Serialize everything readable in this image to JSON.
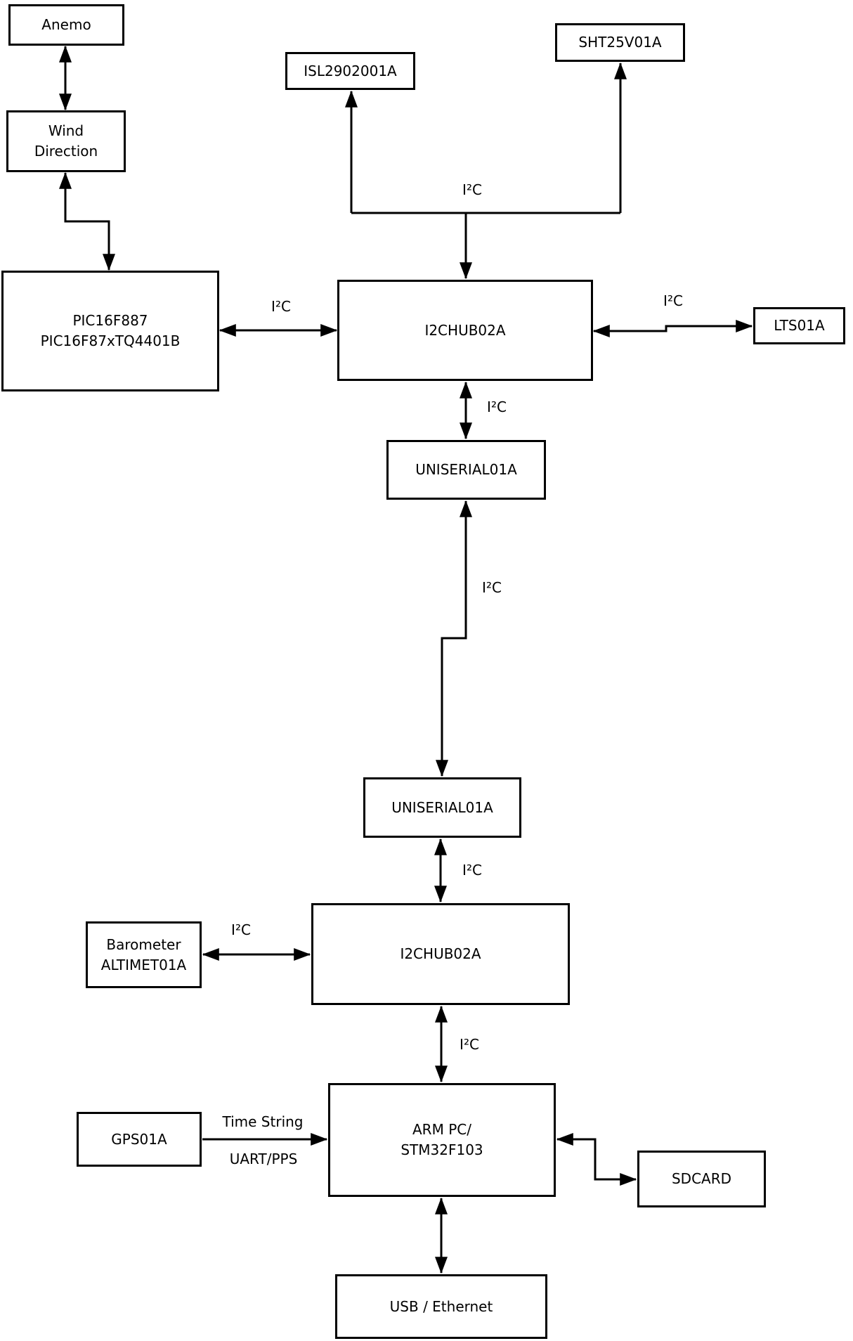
{
  "diagram": {
    "background_color": "#ffffff",
    "stroke_color": "#000000",
    "nodes": {
      "anemo": {
        "label": "Anemo"
      },
      "wind_direction": {
        "label": "Wind\nDirection"
      },
      "pic": {
        "label": "PIC16F887\nPIC16F87xTQ4401B"
      },
      "isl": {
        "label": "ISL2902001A"
      },
      "sht": {
        "label": "SHT25V01A"
      },
      "i2chub_top": {
        "label": "I2CHUB02A"
      },
      "lts": {
        "label": "LTS01A"
      },
      "uniserial_top": {
        "label": "UNISERIAL01A"
      },
      "uniserial_bottom": {
        "label": "UNISERIAL01A"
      },
      "barometer": {
        "label": "Barometer\nALTIMET01A"
      },
      "i2chub_bottom": {
        "label": "I2CHUB02A"
      },
      "gps": {
        "label": "GPS01A"
      },
      "arm_pc": {
        "label": "ARM PC/\nSTM32F103"
      },
      "sdcard": {
        "label": "SDCARD"
      },
      "usb_ethernet": {
        "label": "USB / Ethernet"
      }
    },
    "edge_labels": {
      "bus_top": "I²C",
      "pic_hub1": "I²C",
      "hub1_lts": "I²C",
      "hub1_uni1": "I²C",
      "uni1_uni2": "I²C",
      "uni2_hub2": "I²C",
      "baro_hub2": "I²C",
      "hub2_arm": "I²C",
      "time_string": "Time String",
      "uart_pps": "UART/PPS"
    }
  }
}
